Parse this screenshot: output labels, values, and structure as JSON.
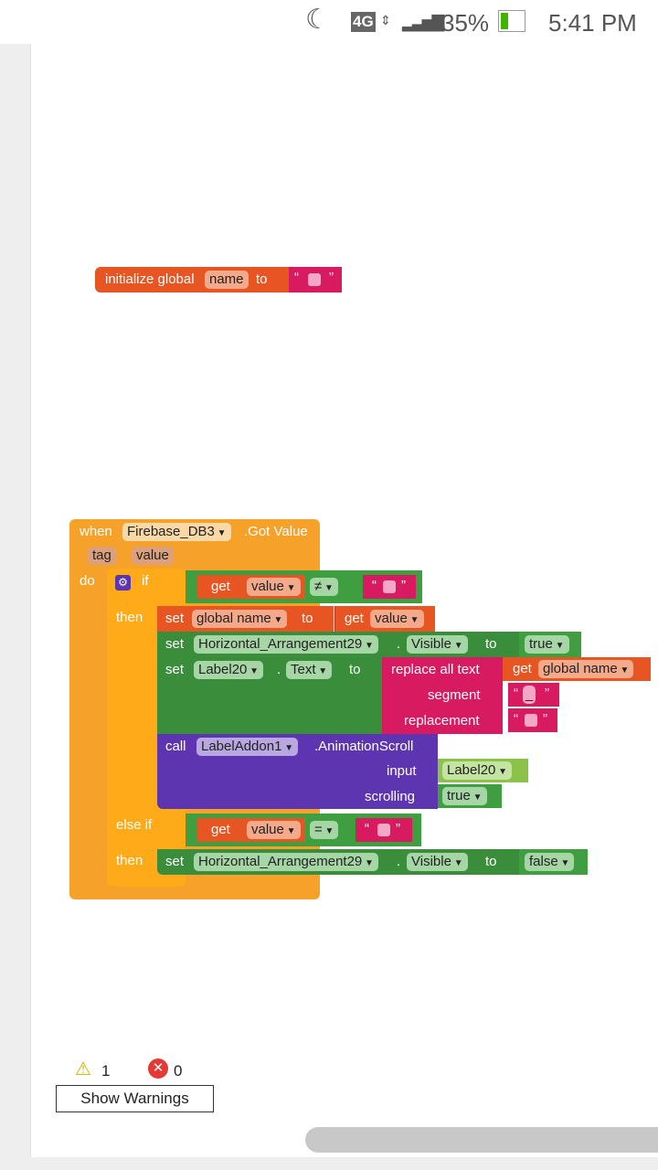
{
  "status": {
    "network": "4G",
    "battery": "35%",
    "time": "5:41 PM",
    "icons": [
      "moon-icon",
      "signal-icon",
      "battery-icon"
    ]
  },
  "colors": {
    "event": "#F6A22A",
    "control": "#FFAB19",
    "get": "#E65522",
    "text": "#D81B60",
    "component": "#3A8D3B",
    "logic": "#3F9E3F",
    "call": "#5E35B1",
    "bool": "#8BC34A"
  },
  "init": {
    "label": "initialize global",
    "name": "name",
    "to": "to"
  },
  "event": {
    "when": "when",
    "component": "Firebase_DB3",
    "event": ".Got Value",
    "params": [
      "tag",
      "value"
    ],
    "do": "do"
  },
  "ifblock": {
    "if": "if",
    "then": "then",
    "elseif": "else if",
    "then2": "then"
  },
  "cond1": {
    "get": "get",
    "var": "value",
    "op": "≠"
  },
  "cond2": {
    "get": "get",
    "var": "value",
    "op": "="
  },
  "set1": {
    "set": "set",
    "var": "global name",
    "to": "to",
    "get": "get",
    "getvar": "value"
  },
  "set2": {
    "set": "set",
    "comp": "Horizontal_Arrangement29",
    "dot": ".",
    "prop": "Visible",
    "to": "to",
    "val": "true"
  },
  "set3": {
    "set": "set",
    "comp": "Label20",
    "dot": ".",
    "prop": "Text",
    "to": "to",
    "fn": "replace all text",
    "get": "get",
    "getvar": "global name",
    "segment": "segment",
    "seg_val": "_",
    "replacement": "replacement"
  },
  "call": {
    "call": "call",
    "comp": "LabelAddon1",
    "method": ".AnimationScroll",
    "input": "input",
    "input_val": "Label20",
    "scrolling": "scrolling",
    "scroll_val": "true"
  },
  "set4": {
    "set": "set",
    "comp": "Horizontal_Arrangement29",
    "dot": ".",
    "prop": "Visible",
    "to": "to",
    "val": "false"
  },
  "warnings": {
    "warn_count": "1",
    "error_count": "0",
    "button": "Show Warnings"
  }
}
